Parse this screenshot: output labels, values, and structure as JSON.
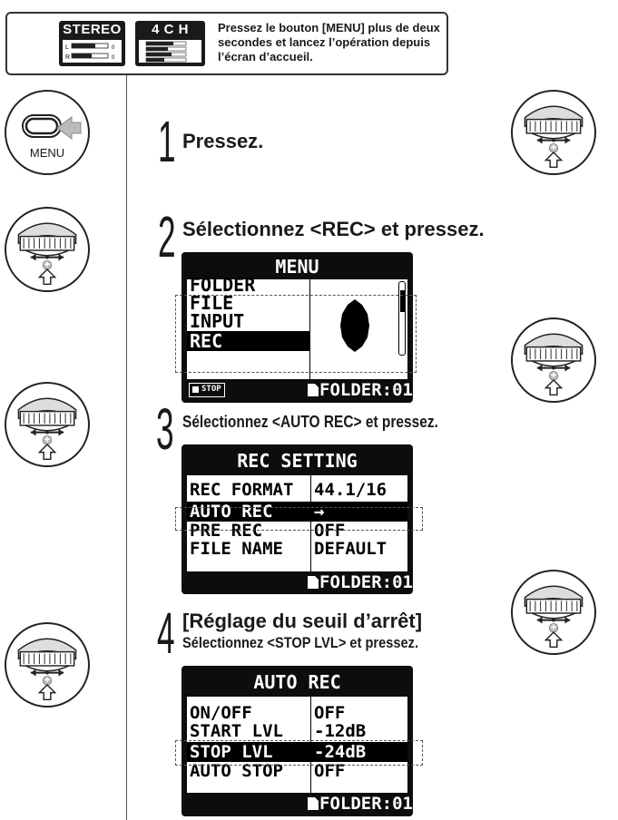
{
  "header": {
    "badge_stereo": "STEREO",
    "badge_4ch": "4 C H",
    "instruction": "Pressez le bouton [MENU] plus de deux secondes et lancez l’opération depuis l’écran d’accueil."
  },
  "menu_button": {
    "label": "MENU"
  },
  "steps": [
    {
      "number": "1",
      "text": "Pressez."
    },
    {
      "number": "2",
      "text": "Sélectionnez <REC> et pressez."
    },
    {
      "number": "3",
      "text": "Sélectionnez <AUTO REC> et pressez."
    },
    {
      "number": "4",
      "title": "[Réglage du seuil d’arrêt]",
      "text": "Sélectionnez <STOP LVL> et pressez."
    }
  ],
  "screen_menu": {
    "title": "MENU",
    "items": [
      "FOLDER",
      "FILE",
      "INPUT",
      "REC"
    ],
    "selected": "REC",
    "footer_left": "STOP",
    "footer_right": "FOLDER:01"
  },
  "screen_rec_setting": {
    "title": "REC SETTING",
    "rows": [
      {
        "name": "REC FORMAT",
        "value": "44.1/16"
      },
      {
        "name": "AUTO REC",
        "value": "→"
      },
      {
        "name": "PRE REC",
        "value": "OFF"
      },
      {
        "name": "FILE NAME",
        "value": "DEFAULT"
      }
    ],
    "footer_right": "FOLDER:01"
  },
  "screen_auto_rec": {
    "title": "AUTO REC",
    "rows": [
      {
        "name": "ON/OFF",
        "value": "OFF"
      },
      {
        "name": "START LVL",
        "value": "-12dB"
      },
      {
        "name": "STOP LVL",
        "value": "-24dB"
      },
      {
        "name": "AUTO STOP",
        "value": "OFF"
      }
    ],
    "footer_right": "FOLDER:01"
  },
  "icons": [
    "menu-button-icon",
    "dial-icon",
    "arrow-up-icon",
    "arrow-left-icon",
    "folder-icon",
    "stop-icon"
  ]
}
